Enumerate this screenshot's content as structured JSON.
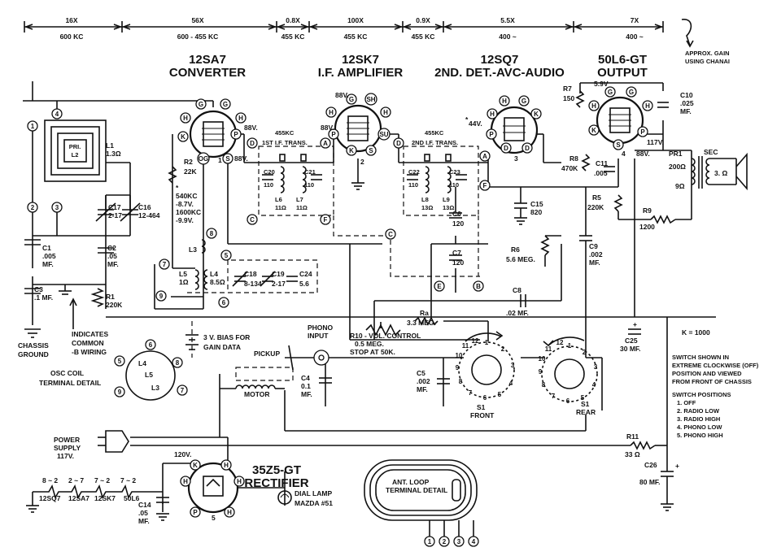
{
  "gain_bar": [
    {
      "gain": "16X",
      "freq": "600 KC"
    },
    {
      "gain": "56X",
      "freq": "600 - 455 KC"
    },
    {
      "gain": "0.8X",
      "freq": "455 KC"
    },
    {
      "gain": "100X",
      "freq": "455 KC"
    },
    {
      "gain": "0.9X",
      "freq": "455 KC"
    },
    {
      "gain": "5.5X",
      "freq": "400 ~"
    },
    {
      "gain": "7X",
      "freq": "400 ~"
    }
  ],
  "gain_note": [
    "APPROX. GAIN",
    "USING CHANAI"
  ],
  "tubes": {
    "converter": {
      "type": "12SA7",
      "role": "CONVERTER",
      "voltage": "88V."
    },
    "if_amp": {
      "type": "12SK7",
      "role": "I.F. AMPLIFIER",
      "voltage": "88V."
    },
    "det": {
      "type": "12SQ7",
      "role": "2ND. DET.-AVC-AUDIO",
      "voltage": "44V."
    },
    "output": {
      "type": "50L6-GT",
      "role": "OUTPUT",
      "voltage": "88V."
    },
    "rectifier": {
      "type": "35Z5-GT",
      "role": "RECTIFIER",
      "voltage": "120V."
    }
  },
  "pins": {
    "g": "G",
    "h": "H",
    "k": "K",
    "p": "P",
    "og": "OG",
    "s": "S",
    "sh": "SH",
    "su": "SU",
    "d": "D"
  },
  "components": {
    "l1": [
      "L1",
      "1.3Ω"
    ],
    "pri": [
      "PRI.",
      "L2"
    ],
    "c17": [
      "C17",
      "2-17"
    ],
    "c16": [
      "C16",
      "12-464"
    ],
    "c1": [
      "C1",
      ".005",
      "MF."
    ],
    "c2": [
      "C2",
      ".05",
      "MF."
    ],
    "c3": [
      "C3",
      ".1 MF."
    ],
    "r1": [
      "R1",
      "220K"
    ],
    "r2": [
      "R2",
      "22K"
    ],
    "bias": [
      "540KC",
      "-8.7V.",
      "1600KC",
      "-9.9V."
    ],
    "l3": "L3",
    "l5": [
      "L5",
      "1Ω"
    ],
    "l4": [
      "L4",
      "8.5Ω"
    ],
    "c18": [
      "C18",
      "8-134"
    ],
    "c19": [
      "C19",
      "2-17"
    ],
    "c24": [
      "C24",
      "5.6"
    ],
    "if1": [
      "455KC",
      "1ST I.F. TRANS."
    ],
    "c20": [
      "C20",
      "110"
    ],
    "c21": [
      "C21",
      "110"
    ],
    "l6": [
      "L6",
      "11Ω"
    ],
    "l7": [
      "L7",
      "11Ω"
    ],
    "if2": [
      "455KC",
      "2ND I.F. TRANS."
    ],
    "c22": [
      "C22",
      "110"
    ],
    "c23": [
      "C23",
      "110"
    ],
    "l8": [
      "L8",
      "13Ω"
    ],
    "l9": [
      "L9",
      "13Ω"
    ],
    "c6": [
      "C6",
      "120"
    ],
    "c7": [
      "C7",
      "120"
    ],
    "c15": [
      "C15",
      "820"
    ],
    "r6": [
      "R6",
      "5.6 MEG."
    ],
    "c8": [
      "C8",
      ".02 MF."
    ],
    "ra": [
      "Ra",
      "3.3 MEG."
    ],
    "r10": [
      "R10 - VOL. CONTROL",
      "0.5 MEG.",
      "STOP AT 50K."
    ],
    "r7": [
      "R7",
      "150"
    ],
    "r8": [
      "R8",
      "470K"
    ],
    "c11": [
      "C11",
      ".005"
    ],
    "r5": [
      "R5",
      "220K"
    ],
    "c9": [
      "C9",
      ".002",
      "MF."
    ],
    "c10": [
      "C10",
      ".025",
      "MF."
    ],
    "screen_v": "5.9V",
    "plate_v": "117V.",
    "r9": [
      "R9",
      "1200"
    ],
    "pr1": [
      "PR1",
      "SEC",
      "200Ω",
      "9Ω",
      "3. Ω"
    ],
    "c25": [
      "C25",
      "30 MF."
    ],
    "c4": [
      "C4",
      "0.1",
      "MF."
    ],
    "c5": [
      "C5",
      ".002",
      "MF."
    ],
    "r11": [
      "R11",
      "33 Ω"
    ],
    "c26": [
      "C26",
      "80 MF."
    ],
    "c14": [
      "C14",
      ".05",
      "MF."
    ],
    "lamp": [
      "DIAL LAMP",
      "MAZDA #51"
    ]
  },
  "labels": {
    "chassis": [
      "CHASSIS",
      "GROUND"
    ],
    "common": [
      "INDICATES",
      "COMMON",
      "-B WIRING"
    ],
    "osc_detail": [
      "OSC COIL",
      "TERMINAL DETAIL"
    ],
    "bias_note": [
      "3 V. BIAS FOR",
      "GAIN DATA"
    ],
    "phono": [
      "PHONO",
      "INPUT"
    ],
    "pickup": "PICKUP",
    "motor": "MOTOR",
    "s1_front": [
      "S1",
      "FRONT"
    ],
    "s1_rear": [
      "S1",
      "REAR"
    ],
    "k_note": "K = 1000",
    "switch_note": [
      "SWITCH SHOWN IN",
      "EXTREME CLOCKWISE (OFF)",
      "POSITION AND VIEWED",
      "FROM FRONT OF CHASSIS"
    ],
    "positions_title": "SWITCH POSITIONS",
    "positions": [
      "1. OFF",
      "2. RADIO LOW",
      "3. RADIO HIGH",
      "4. PHONO LOW",
      "5. PHONO HIGH"
    ],
    "power": [
      "POWER",
      "SUPPLY",
      "117V."
    ],
    "heaters": [
      "8 ~ 2",
      "2 ~ 7",
      "7 ~ 2",
      "7 ~ 2"
    ],
    "heater_tubes": [
      "12SQ7",
      "12SA7",
      "12SK7",
      "50L6"
    ],
    "loop_detail": [
      "ANT. LOOP",
      "TERMINAL DETAIL"
    ],
    "loop_numbers": [
      "1",
      "2",
      "3",
      "4"
    ],
    "pin_numbers": {
      "n1": "1",
      "n2": "2",
      "n3": "3",
      "n4": "4",
      "n5": "5",
      "n6": "6",
      "n7": "7",
      "n8": "8",
      "n9": "9",
      "n10": "10",
      "n11": "11",
      "n12": "12"
    },
    "letters": {
      "a": "A",
      "b": "B",
      "c": "C",
      "d": "D",
      "e": "E",
      "f": "F"
    },
    "asterisk": "*"
  }
}
